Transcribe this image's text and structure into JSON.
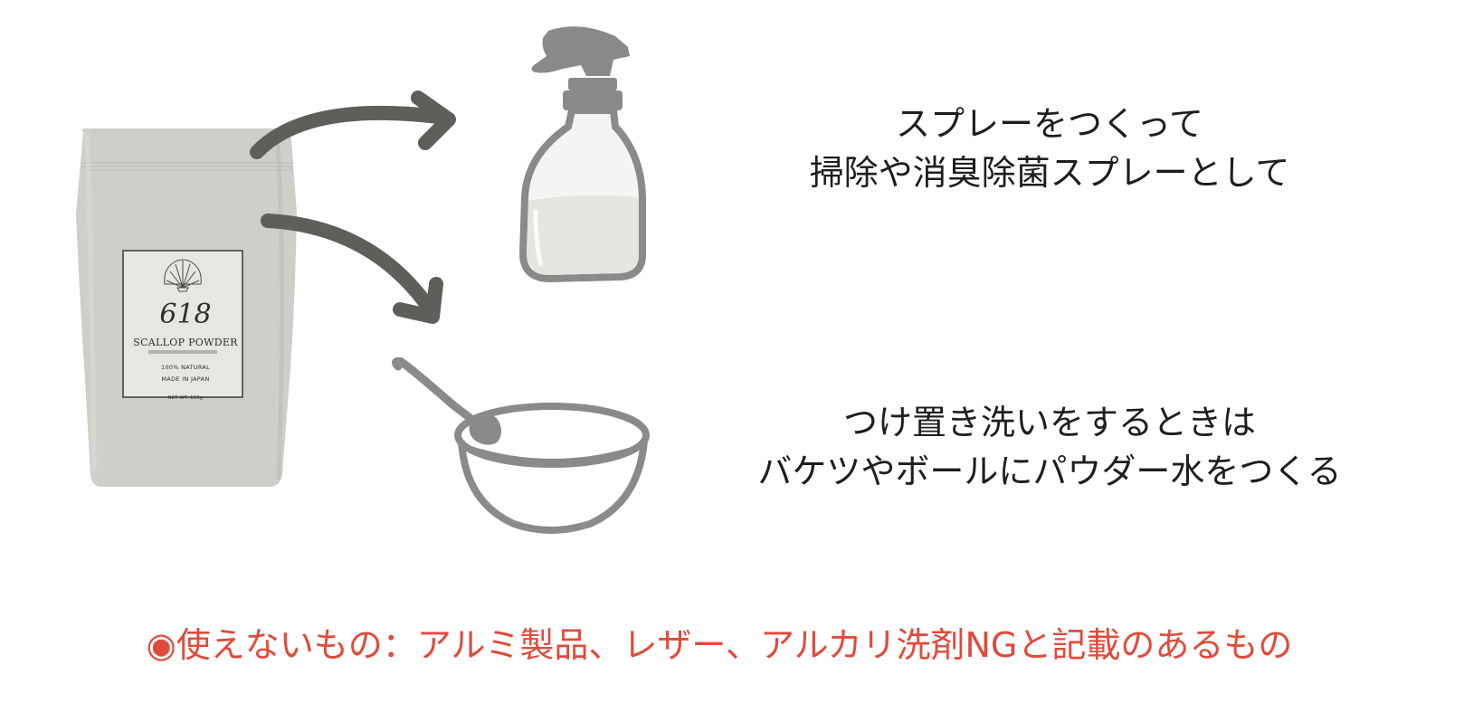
{
  "package": {
    "number": "618",
    "product": "SCALLOP POWDER",
    "natural": "100% NATURAL",
    "origin": "MADE IN JAPAN",
    "weight": "NET WT. 150g"
  },
  "usage": [
    {
      "line1": "スプレーをつくって",
      "line2": "掃除や消臭除菌スプレーとして"
    },
    {
      "line1": "つけ置き洗いをするときは",
      "line2": "バケツやボールにパウダー水をつくる"
    }
  ],
  "warning": {
    "bullet": "◉",
    "text": "使えないもの：アルミ製品、レザー、アルカリ洗剤NGと記載のあるもの"
  },
  "colors": {
    "pouch": "#c9c8c3",
    "arrow": "#5e5e5b",
    "illustration": "#8a8a88",
    "warning": "#e14a3b",
    "text": "#1e1e1e"
  },
  "icons": {
    "spray": "spray-bottle-icon",
    "bowl": "bowl-with-spoon-icon",
    "shell": "scallop-shell-icon"
  }
}
